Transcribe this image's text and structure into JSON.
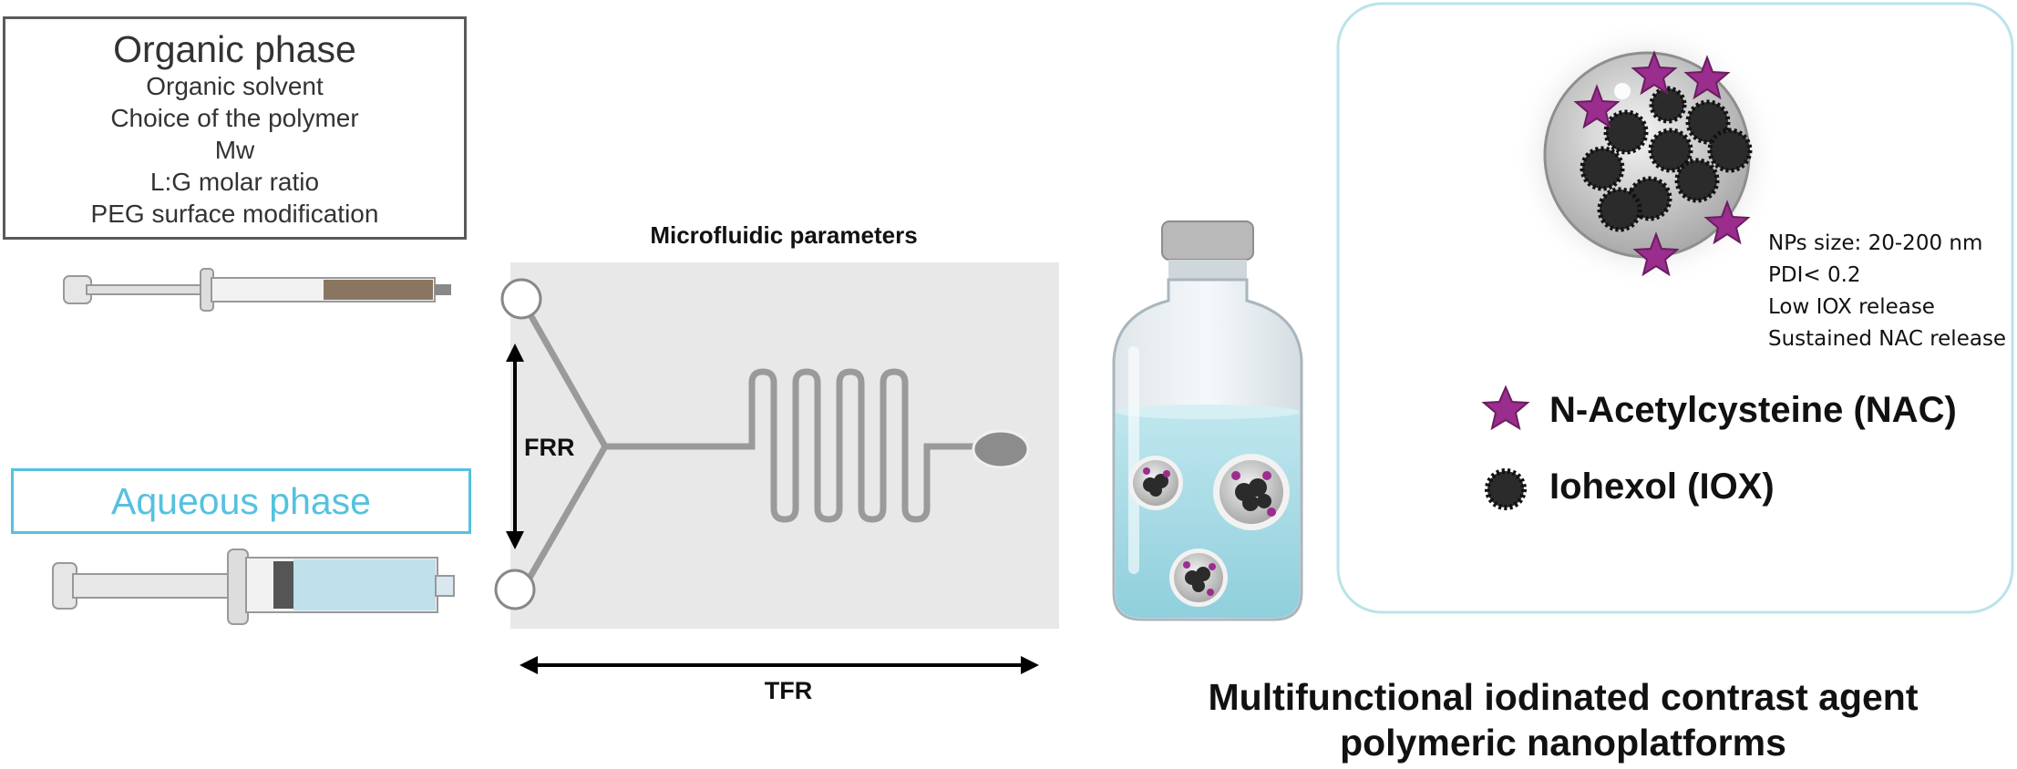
{
  "organic_phase": {
    "title": "Organic phase",
    "items": [
      "Organic solvent",
      "Choice of the polymer",
      "Mw",
      "L:G molar ratio",
      "PEG surface modification"
    ]
  },
  "aqueous_phase": {
    "title": "Aqueous phase"
  },
  "microfluidic": {
    "title": "Microfluidic parameters",
    "frr": "FRR",
    "tfr": "TFR"
  },
  "nanoparticle": {
    "specs": [
      "NPs size: 20-200 nm",
      "PDI< 0.2",
      "Low IOX release",
      "Sustained NAC release"
    ]
  },
  "legend": {
    "nac": "N-Acetylcysteine (NAC)",
    "iox": "Iohexol (IOX)"
  },
  "footer": {
    "line1": "Multifunctional iodinated contrast agent",
    "line2": "polymeric nanoplatforms"
  },
  "colors": {
    "aqueous": "#55c1df",
    "nac": "#9b2d8e",
    "iox": "#2b2b2b",
    "chip": "#e8e8e8",
    "panel_border": "#b9e3ea"
  }
}
